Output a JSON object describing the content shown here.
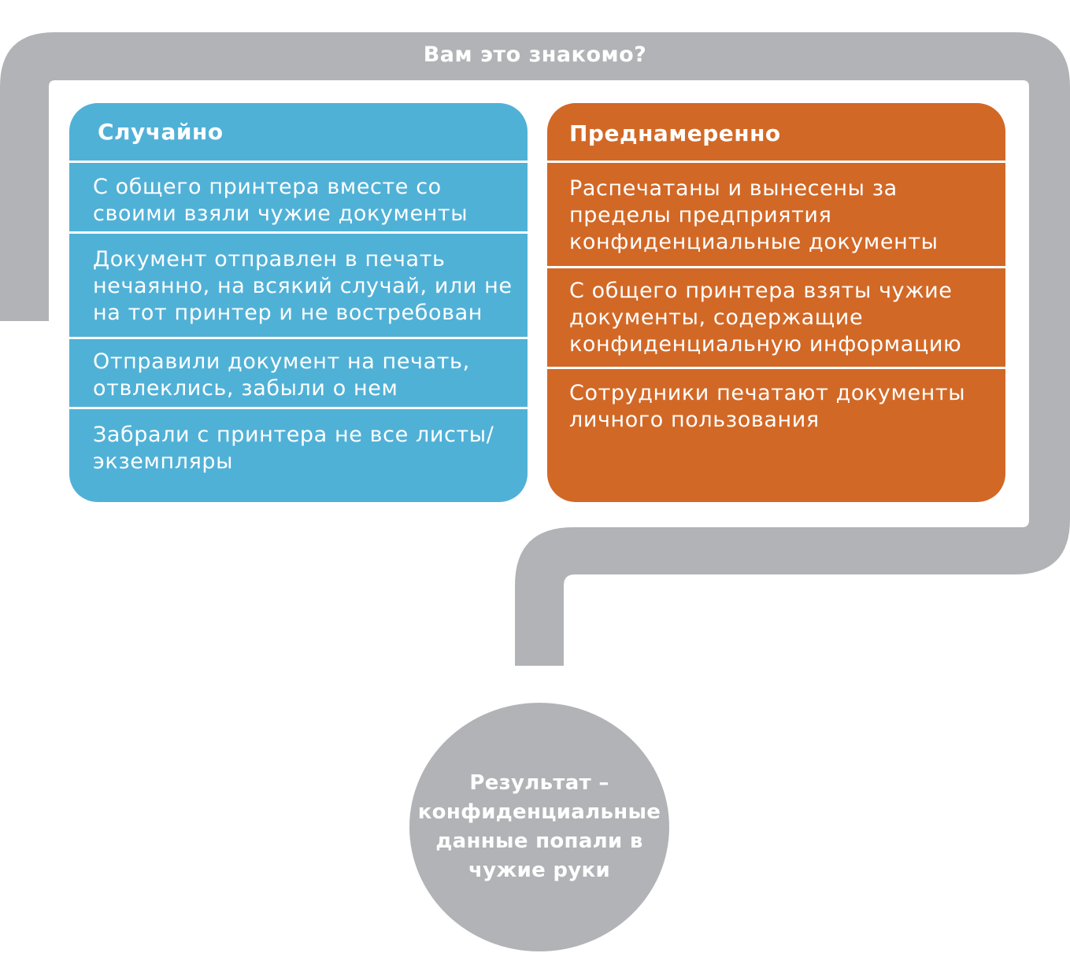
{
  "title": "Вам это знакомо?",
  "colors": {
    "frame": "#b1b3b6",
    "accidental": "#50b1d7",
    "intentional": "#d26826",
    "text": "#ffffff"
  },
  "accidental": {
    "header": "Случайно",
    "items": [
      "С общего принтера вместе со своими взяли чужие документы",
      "Документ отправлен в печать нечаянно, на всякий случай, или не на тот принтер и не востребован",
      "Отправили документ на печать, отвлеклись, забыли о нем",
      "Забрали с принтера не все листы/ экземпляры"
    ]
  },
  "intentional": {
    "header": "Преднамеренно",
    "items": [
      "Распечатаны и вынесены за пределы предприятия конфиденциальные документы",
      "С общего принтера взяты чужие документы, содержащие конфиденциальную информацию",
      "Сотрудники печатают документы личного пользования"
    ]
  },
  "result": "Результат – конфиденциальные данные попали в чужие руки"
}
